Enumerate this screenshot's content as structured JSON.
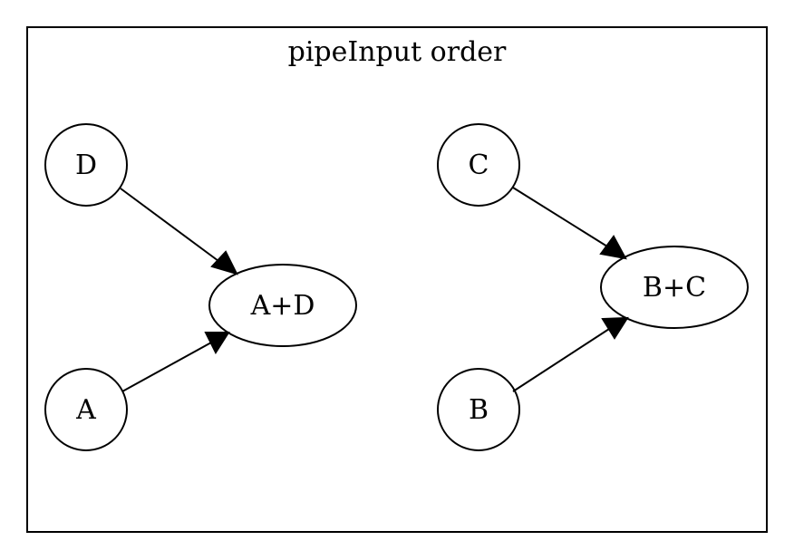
{
  "diagram": {
    "type": "directed-graph",
    "cluster": {
      "label": "pipeInput order"
    },
    "nodes": [
      {
        "id": "D",
        "label": "D",
        "shape": "circle"
      },
      {
        "id": "A",
        "label": "A",
        "shape": "circle"
      },
      {
        "id": "AD",
        "label": "A+D",
        "shape": "ellipse"
      },
      {
        "id": "C",
        "label": "C",
        "shape": "circle"
      },
      {
        "id": "B",
        "label": "B",
        "shape": "circle"
      },
      {
        "id": "BC",
        "label": "B+C",
        "shape": "ellipse"
      }
    ],
    "edges": [
      {
        "from": "D",
        "to": "AD"
      },
      {
        "from": "A",
        "to": "AD"
      },
      {
        "from": "C",
        "to": "BC"
      },
      {
        "from": "B",
        "to": "BC"
      }
    ]
  }
}
